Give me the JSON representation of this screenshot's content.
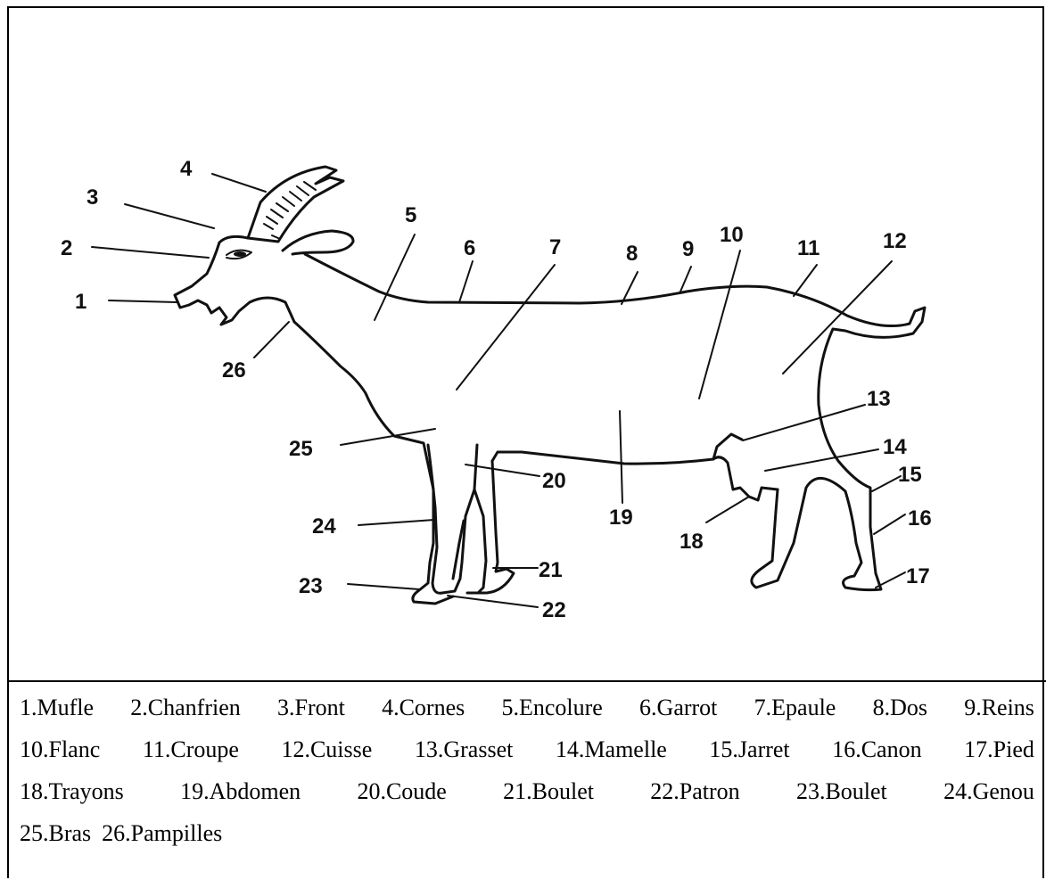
{
  "diagram": {
    "labels": [
      "1",
      "2",
      "3",
      "4",
      "5",
      "6",
      "7",
      "8",
      "9",
      "10",
      "11",
      "12",
      "13",
      "14",
      "15",
      "16",
      "17",
      "18",
      "19",
      "20",
      "21",
      "22",
      "23",
      "24",
      "25",
      "26"
    ]
  },
  "legend": {
    "lines": [
      [
        "1.Mufle",
        "2.Chanfrien",
        "3.Front",
        "4.Cornes",
        "5.Encolure",
        "6.Garrot",
        "7.Epaule",
        "8.Dos",
        "9.Reins"
      ],
      [
        "10.Flanc",
        "11.Croupe",
        "12.Cuisse",
        "13.Grasset",
        "14.Mamelle",
        "15.Jarret",
        "16.Canon",
        "17.Pied"
      ],
      [
        "18.Trayons",
        "19.Abdomen",
        "20.Coude",
        "21.Boulet",
        "22.Patron",
        "23.Boulet",
        "24.Genou"
      ],
      [
        "25.Bras",
        "26.Pampilles"
      ]
    ]
  }
}
